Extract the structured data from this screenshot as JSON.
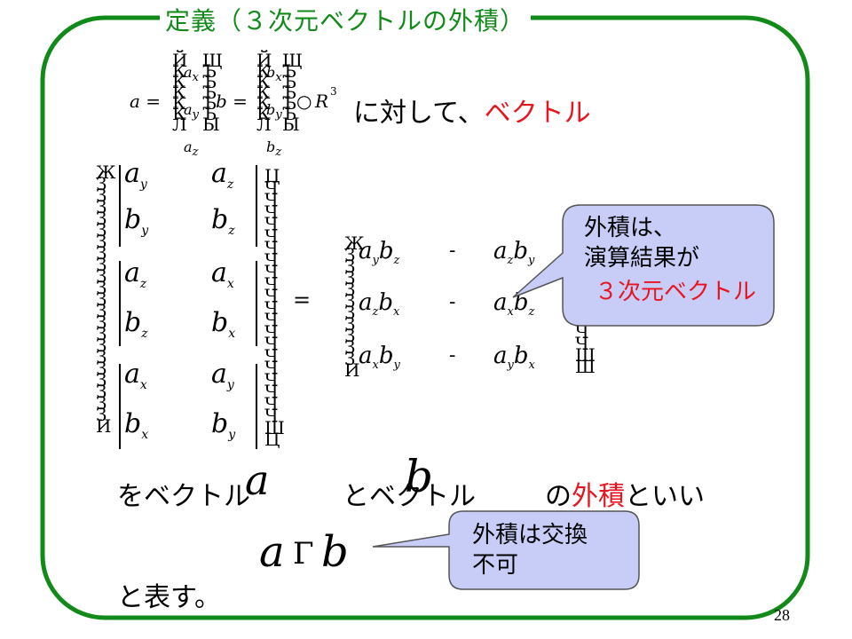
{
  "slide": {
    "title": "定義（３次元ベクトルの外積）",
    "page_number": "28"
  },
  "definition": {
    "a_eq": "a =",
    "b_eq": "b =",
    "in_R3": "R",
    "exp3": "3",
    "phrase_prefix": "に対して、",
    "phrase_highlight": "ベクトル"
  },
  "determinant_block": {
    "rows": [
      {
        "top_left": "a",
        "top_left_sub": "y",
        "top_right": "a",
        "top_right_sub": "z",
        "bot_left": "b",
        "bot_left_sub": "y",
        "bot_right": "b",
        "bot_right_sub": "z"
      },
      {
        "top_left": "a",
        "top_left_sub": "z",
        "top_right": "a",
        "top_right_sub": "x",
        "bot_left": "b",
        "bot_left_sub": "z",
        "bot_right": "b",
        "bot_right_sub": "x"
      },
      {
        "top_left": "a",
        "top_left_sub": "x",
        "top_right": "a",
        "top_right_sub": "y",
        "bot_left": "b",
        "bot_left_sub": "x",
        "bot_right": "b",
        "bot_right_sub": "y"
      }
    ],
    "equals": "="
  },
  "expanded": {
    "minus": "-",
    "rows": [
      {
        "l1": "a",
        "s1": "y",
        "l2": "b",
        "s2": "z",
        "r1": "a",
        "rs1": "z",
        "r2": "b",
        "rs2": "y"
      },
      {
        "l1": "a",
        "s1": "z",
        "l2": "b",
        "s2": "x",
        "r1": "a",
        "rs1": "x",
        "r2": "b",
        "rs2": "z"
      },
      {
        "l1": "a",
        "s1": "x",
        "l2": "b",
        "s2": "y",
        "r1": "a",
        "rs1": "y",
        "r2": "b",
        "rs2": "x"
      }
    ]
  },
  "callout1": {
    "line1": "外積は、",
    "line2": "演算結果が",
    "line3": "３次元ベクトル"
  },
  "sentence": {
    "part1": "をベクトル",
    "vec_a": "a",
    "part2": "とベクトル",
    "vec_b": "b",
    "part3": "の",
    "highlight": "外積",
    "part4": "といい"
  },
  "product": {
    "a": "a",
    "op": "Γ",
    "b": "b"
  },
  "callout2": {
    "line1": "外積は交換",
    "line2": "不可"
  },
  "closing": "と表す。",
  "colors": {
    "frame": "#118a1a",
    "title": "#118a1a",
    "highlight": "#e8141e",
    "callout_fill": "#c8cdf8",
    "callout_stroke": "#555555"
  }
}
